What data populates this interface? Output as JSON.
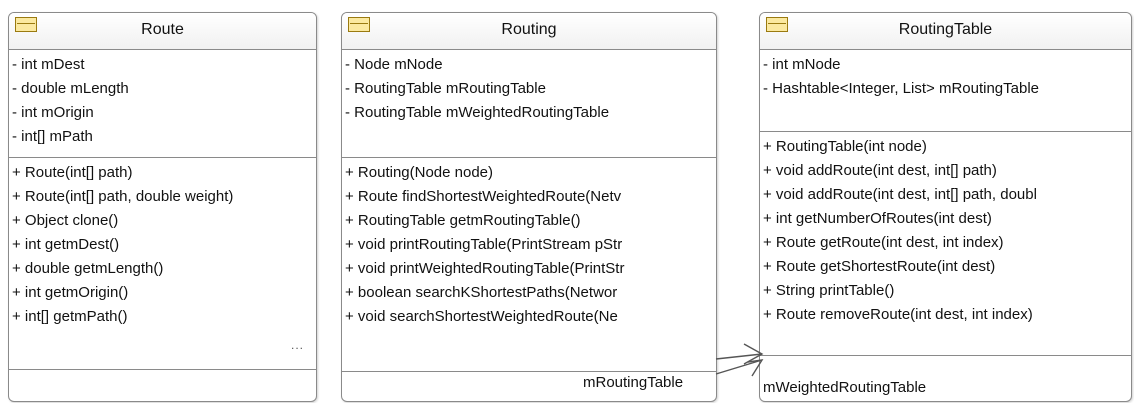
{
  "classes": {
    "route": {
      "name": "Route",
      "attributes": [
        "- int mDest",
        "- double mLength",
        "- int mOrigin",
        "- int[] mPath"
      ],
      "operations": [
        "+ Route(int[] path)",
        "+ Route(int[] path, double weight)",
        "+ Object clone()",
        "+ int getmDest()",
        "+ double getmLength()",
        "+ int getmOrigin()",
        "+ int[] getmPath()"
      ],
      "more": "..."
    },
    "routing": {
      "name": "Routing",
      "attributes": [
        "- Node mNode",
        "- RoutingTable mRoutingTable",
        "- RoutingTable mWeightedRoutingTable"
      ],
      "operations": [
        "+ Routing(Node node)",
        "+ Route findShortestWeightedRoute(Netv",
        "+ RoutingTable getmRoutingTable()",
        "+ void printRoutingTable(PrintStream pStr",
        "+ void printWeightedRoutingTable(PrintStr",
        "+ boolean searchKShortestPaths(Networ",
        "+ void searchShortestWeightedRoute(Ne"
      ]
    },
    "routing_table": {
      "name": "RoutingTable",
      "attributes": [
        "- int mNode",
        "- Hashtable<Integer, List> mRoutingTable"
      ],
      "operations": [
        "+ RoutingTable(int node)",
        "+ void addRoute(int dest, int[] path)",
        "+ void addRoute(int dest, int[] path, doubl",
        "+ int getNumberOfRoutes(int dest)",
        "+ Route getRoute(int dest, int index)",
        "+ Route getShortestRoute(int dest)",
        "+ String printTable()",
        "+ Route removeRoute(int dest, int index)"
      ]
    }
  },
  "associations": {
    "role_routing_table": "mRoutingTable",
    "role_weighted_routing_table": "mWeightedRoutingTable"
  }
}
